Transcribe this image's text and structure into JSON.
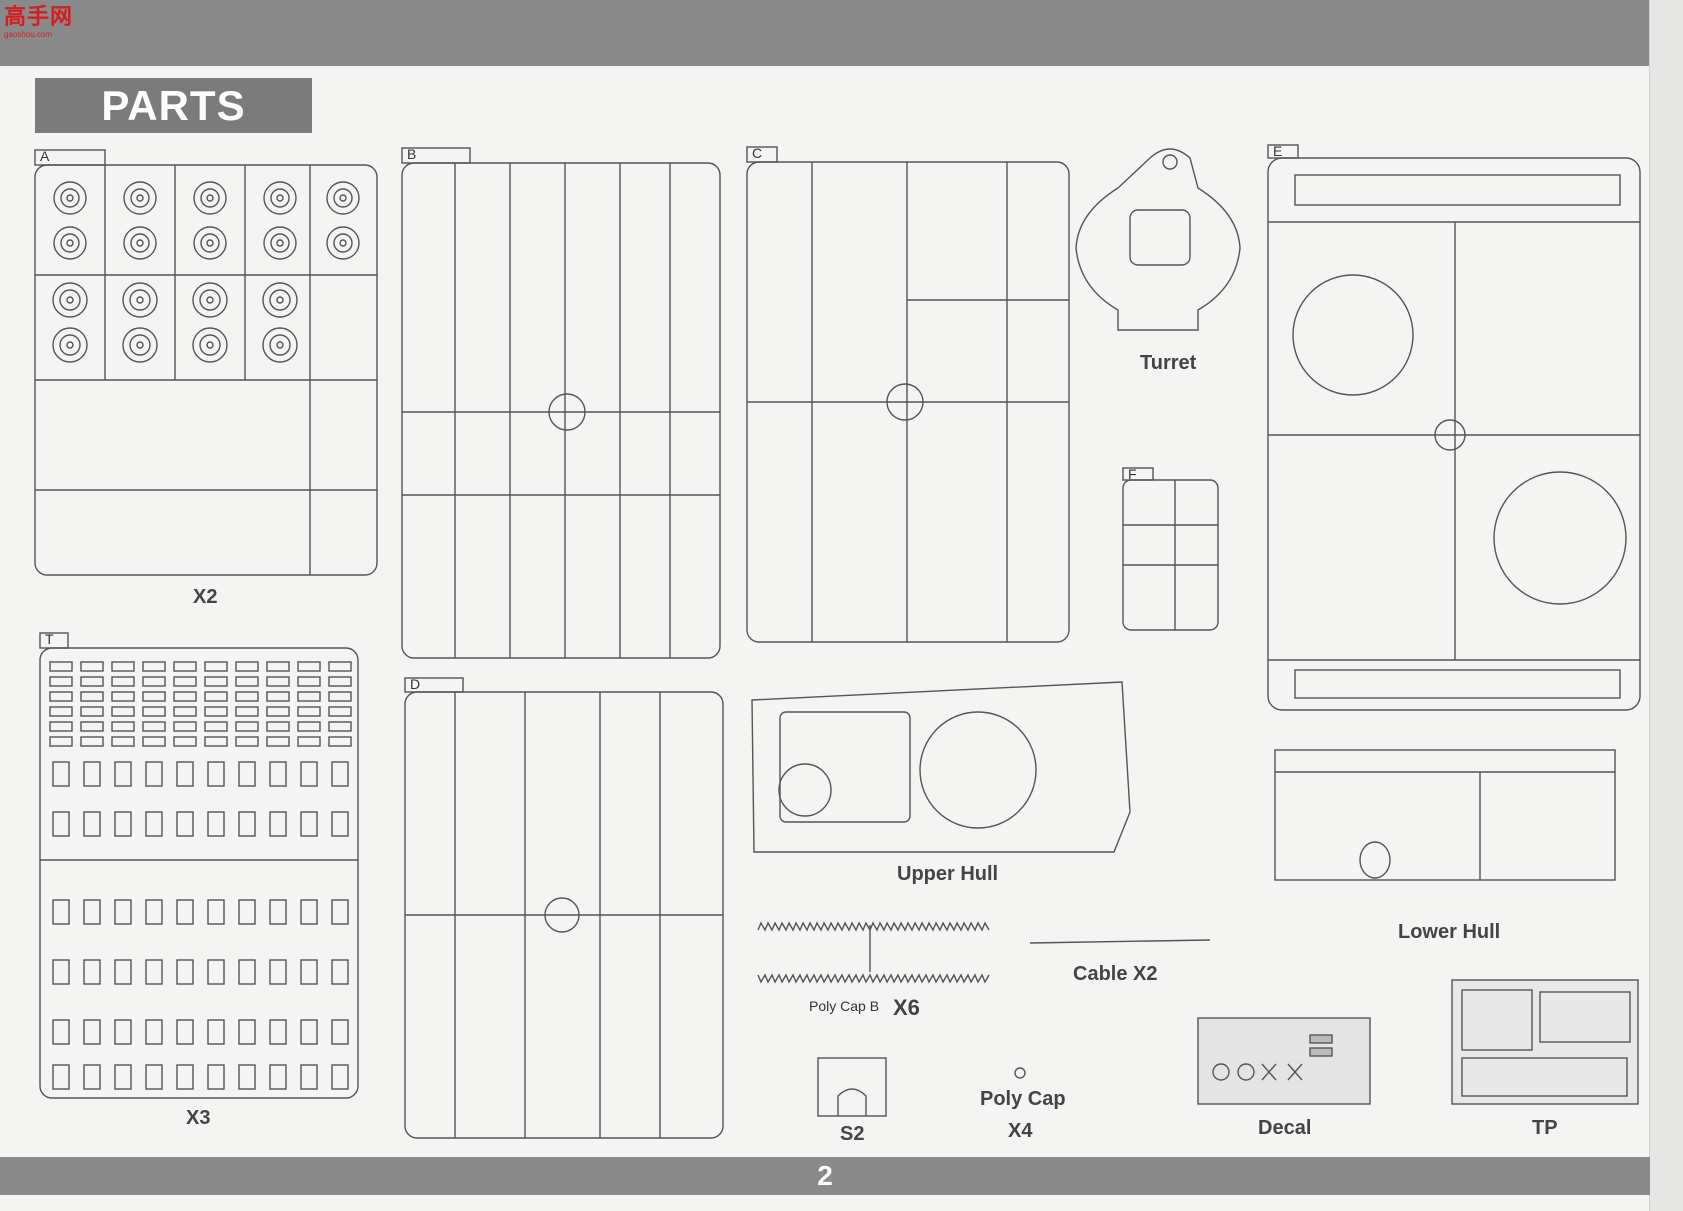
{
  "header": {
    "logo_text": "高手网",
    "logo_sub": "gaoshou.com"
  },
  "title": "PARTS",
  "page_number": "2",
  "sprue_letters": {
    "a": "A",
    "b": "B",
    "c": "C",
    "d": "D",
    "e": "E",
    "f": "F",
    "t": "T"
  },
  "labels": {
    "a_qty": "X2",
    "t_qty": "X3",
    "turret": "Turret",
    "upper_hull": "Upper  Hull",
    "lower_hull": "Lower Hull",
    "cable": "Cable  X2",
    "poly_cap_b": "Poly Cap B",
    "poly_cap_b_qty": "X6",
    "s2": "S2",
    "poly_cap": "Poly Cap",
    "poly_cap_qty": "X4",
    "decal": "Decal",
    "tp": "TP"
  },
  "colors": {
    "bars": "#8a8a8a",
    "title_box": "#7b7b7b",
    "line_art": "#555555"
  }
}
